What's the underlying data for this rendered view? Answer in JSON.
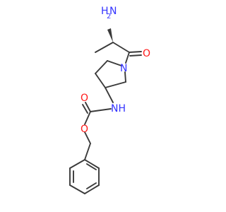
{
  "molecule": {
    "atoms": {
      "nh2_n": "N",
      "nh2_h": "H",
      "nh2_sub": "2",
      "ring_n": "N",
      "carbonyl_o": "O",
      "amide_nh": "NH",
      "carbamate_o": "O",
      "ester_o": "O"
    },
    "colors": {
      "nitrogen": "#3333ff",
      "oxygen": "#ff1a1a",
      "carbon": "#3a3a3a"
    }
  }
}
